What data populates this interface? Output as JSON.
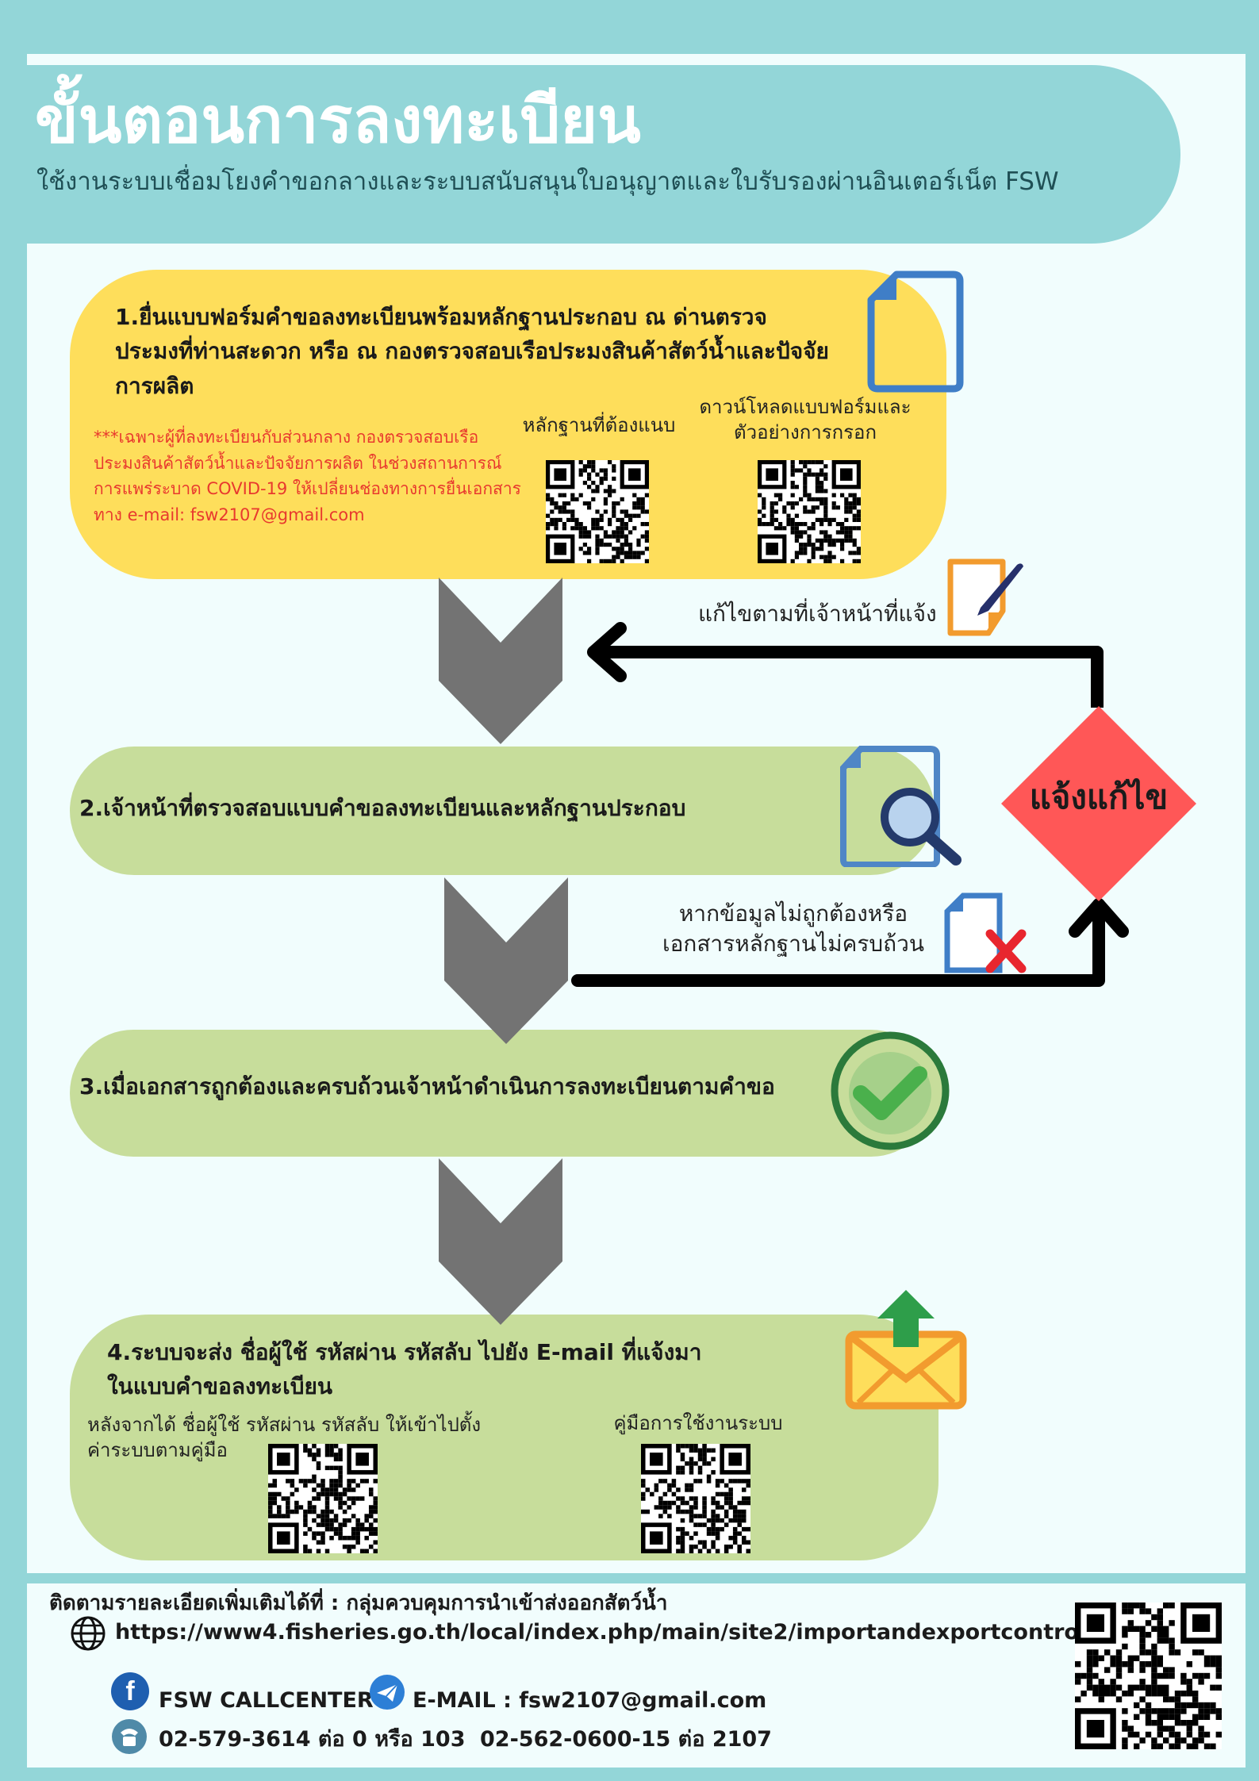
{
  "header": {
    "title": "ขั้นตอนการลงทะเบียน",
    "subtitle": "ใช้งานระบบเชื่อมโยงคำขอกลางและระบบสนับสนุนใบอนุญาตและใบรับรองผ่านอินเตอร์เน็ต FSW"
  },
  "step1": {
    "title": "1.ยื่นแบบฟอร์มคำขอลงทะเบียนพร้อมหลักฐานประกอบ ณ ด่านตรวจประมงที่ท่านสะดวก หรือ ณ กองตรวจสอบเรือประมงสินค้าสัตว์น้ำและปัจจัยการผลิต",
    "note": "***เฉพาะผู้ที่ลงทะเบียนกับส่วนกลาง กองตรวจสอบเรือประมงสินค้าสัตว์น้ำและปัจจัยการผลิต ในช่วงสถานการณ์การแพร่ระบาด COVID-19 ให้เปลี่ยนช่องทางการยื่นเอกสารทาง e-mail: fsw2107@gmail.com",
    "evidence_label": "หลักฐานที่ต้องแนบ",
    "download_label": "ดาวน์โหลดแบบฟอร์มและตัวอย่างการกรอก",
    "icon": "document-icon"
  },
  "step2": {
    "title": "2.เจ้าหน้าที่ตรวจสอบแบบคำขอลงทะเบียนและหลักฐานประกอบ",
    "icon": "search-document-icon"
  },
  "step3": {
    "title": "3.เมื่อเอกสารถูกต้องและครบถ้วนเจ้าหน้าดำเนินการลงทะเบียนตามคำขอ",
    "icon": "check-circle-icon"
  },
  "step4": {
    "title": "4.ระบบจะส่ง ชื่อผู้ใช้ รหัสผ่าน รหัสลับ ไปยัง E-mail ที่แจ้งมาในแบบคำขอลงทะเบียน",
    "after_label": "หลังจากได้ ชื่อผู้ใช้ รหัสผ่าน รหัสลับ ให้เข้าไปตั้งค่าระบบตามคู่มือ",
    "manual_label": "คู่มือการใช้งานระบบ",
    "icon": "email-send-icon"
  },
  "feedback": {
    "fix_label": "แก้ไขตามที่เจ้าหน้าที่แจ้ง",
    "diamond_label": "แจ้งแก้ไข",
    "error_label": "หากข้อมูลไม่ถูกต้องหรือเอกสารหลักฐานไม่ครบถ้วน"
  },
  "footer": {
    "heading": "ติดตามรายละเอียดเพิ่มเติมได้ที่ : กลุ่มควบคุมการนำเข้าส่งออกสัตว์น้ำ",
    "url": "https://www4.fisheries.go.th/local/index.php/main/site2/importandexportcontrol",
    "facebook": "FSW CALLCENTER",
    "email": "E-MAIL : fsw2107@gmail.com",
    "phone1": "02-579-3614 ต่อ 0 หรือ 103",
    "phone2": "02-562-0600-15 ต่อ 2107"
  },
  "colors": {
    "frame": "#93d6d8",
    "panel": "#f1fdfd",
    "step1": "#fede5b",
    "steps": "#c7dd9b",
    "diamond": "#ff5757",
    "note": "#e8392e",
    "chevron": "#737373"
  }
}
